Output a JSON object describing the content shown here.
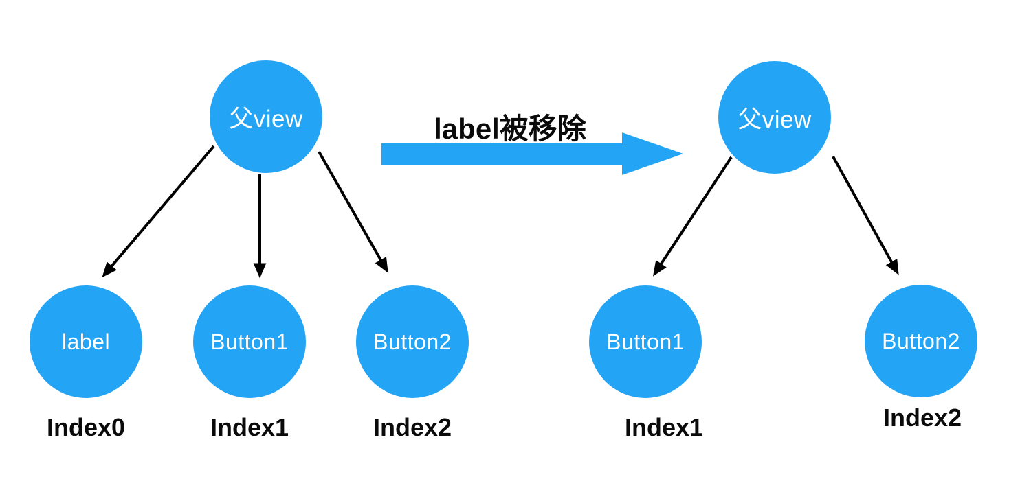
{
  "diagram": {
    "description": "View hierarchy before and after removing a label subview",
    "arrow_label": "label被移除",
    "colors": {
      "node_fill": "#24a4f5",
      "node_text": "#ffffff",
      "edge_stroke": "#000000",
      "big_arrow_fill": "#24a4f5",
      "index_text": "#0a0a0a",
      "background": "#ffffff"
    },
    "left_tree": {
      "parent": {
        "label": "父view"
      },
      "children": [
        {
          "label": "label",
          "index": "Index0"
        },
        {
          "label": "Button1",
          "index": "Index1"
        },
        {
          "label": "Button2",
          "index": "Index2"
        }
      ]
    },
    "right_tree": {
      "parent": {
        "label": "父view"
      },
      "children": [
        {
          "label": "Button1",
          "index": "Index1"
        },
        {
          "label": "Button2",
          "index": "Index2"
        }
      ]
    }
  }
}
